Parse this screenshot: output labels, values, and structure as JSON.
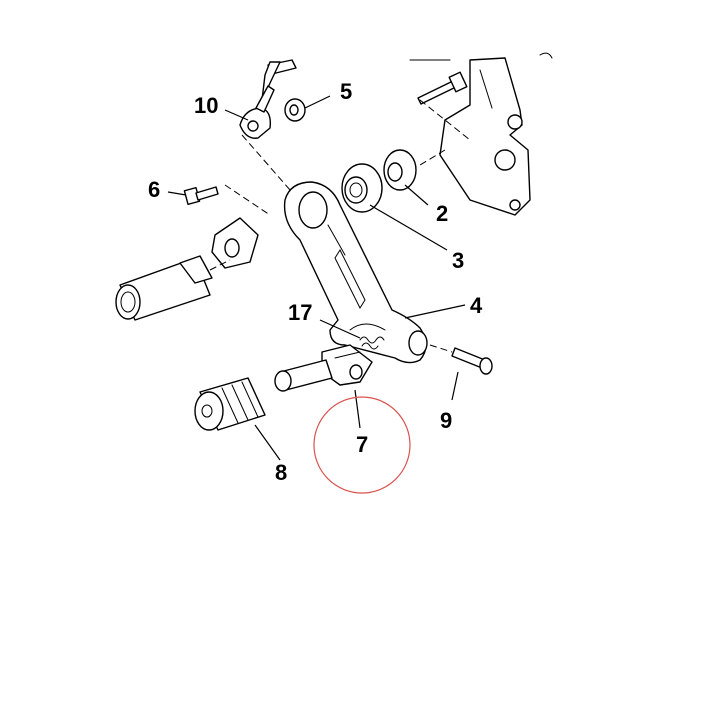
{
  "callouts": {
    "c2": "2",
    "c3": "3",
    "c4": "4",
    "c5": "5",
    "c6": "6",
    "c7": "7",
    "c8": "8",
    "c9": "9",
    "c10": "10",
    "c17": "17"
  },
  "colors": {
    "highlight_circle": "#d9534f",
    "line": "#000000",
    "background": "#ffffff"
  }
}
